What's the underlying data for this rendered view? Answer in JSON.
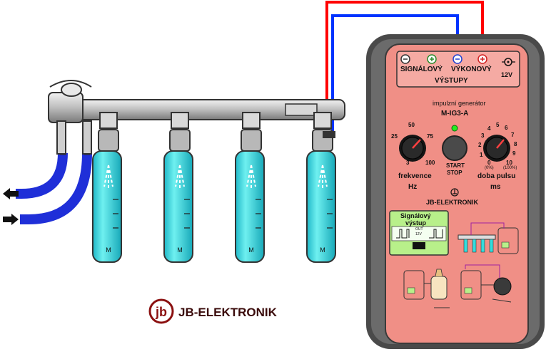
{
  "device": {
    "outputs_title": "VÝSTUPY",
    "signal_output_label": "SIGNÁLOVÝ",
    "power_output_label": "VÝKONOVÝ",
    "power_voltage": "12V",
    "device_type": "impulzní generátor",
    "model": "M-IG3-A",
    "start_stop_label_1": "START",
    "start_stop_label_2": "STOP",
    "frequency_label": "frekvence",
    "frequency_unit": "Hz",
    "pulse_label": "doba pulsu",
    "pulse_unit": "ms",
    "brand": "JB-ELEKTRONIK",
    "freq_scale": [
      "3",
      "25",
      "50",
      "75",
      "100"
    ],
    "pulse_scale": [
      "0",
      "1",
      "2",
      "3",
      "4",
      "5",
      "6",
      "7",
      "8",
      "9",
      "10"
    ],
    "pulse_scale_notes": [
      "(0%)",
      "(100%)"
    ],
    "signal_box_title_1": "Signálový",
    "signal_box_title_2": "výstup",
    "signal_box_out": "OUT",
    "signal_box_voltage": "12V",
    "colors": {
      "body": "#f08f86",
      "panel": "#f5aaa3",
      "shell": "#5a5a5a",
      "signal_box": "#b8f08a",
      "wire_red": "#ff0000",
      "wire_blue": "#0033ff",
      "fluid": "#33e5e5"
    }
  },
  "logo": {
    "text": "JB-ELEKTRONIK"
  },
  "injectors": {
    "count": 4,
    "cylinder_mark": "M"
  }
}
